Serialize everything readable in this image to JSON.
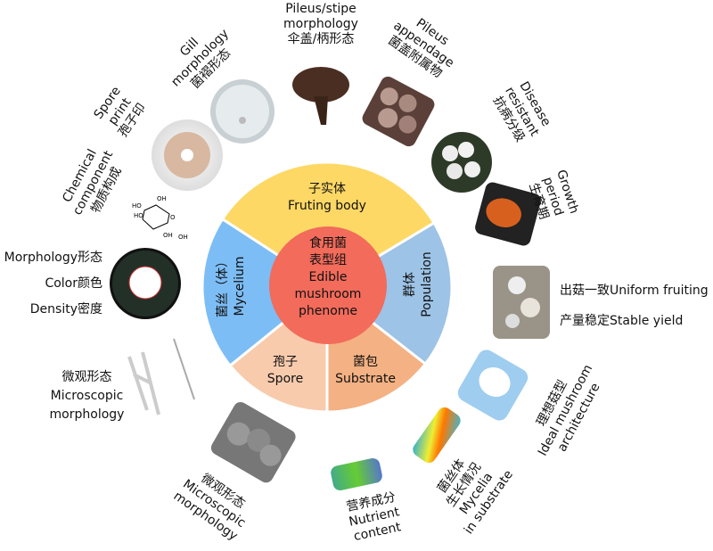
{
  "center": {
    "zh": "食用菌表型组",
    "zh_line1": "食用菌",
    "zh_line2": "表型组",
    "en_line1": "Edible",
    "en_line2": "mushroom",
    "en_line3": "phenome"
  },
  "segments": {
    "fruiting_body": {
      "zh": "子实体",
      "en": "Fruting body"
    },
    "population": {
      "zh": "群体",
      "en": "Population"
    },
    "substrate": {
      "zh": "菌包",
      "en": "Substrate"
    },
    "spore": {
      "zh": "孢子",
      "en": "Spore"
    },
    "mycelium": {
      "zh": "菌丝（体）",
      "en": "Mycelium"
    }
  },
  "outer_labels": {
    "pileus_stipe": {
      "en1": "Pileus/stipe",
      "en2": "morphology",
      "zh": "伞盖/柄形态"
    },
    "pileus_appendage": {
      "en1": "Pileus",
      "en2": "appendage",
      "zh": "菌盖附属物"
    },
    "disease": {
      "en1": "Disease",
      "en2": "resistant",
      "zh": "抗病分级"
    },
    "growth": {
      "en1": "Growth",
      "en2": "period",
      "zh": "生育期"
    },
    "uniform": "出菇一致Uniform fruiting",
    "stable": "产量稳定Stable yield",
    "ideal": {
      "zh": "理想菇型",
      "en1": "Ideal mushroom",
      "en2": "architecture"
    },
    "mycelia_substrate": {
      "zh1": "菌丝体",
      "zh2": "生长情况",
      "en1": "Mycelia",
      "en2": "in substrate"
    },
    "nutrient": {
      "zh": "营养成分",
      "en1": "Nutrient",
      "en2": "content"
    },
    "spore_micro": {
      "zh": "微观形态",
      "en1": "Microscopic",
      "en2": "morphology"
    },
    "mycelium_micro": {
      "zh": "微观形态",
      "en1": "Microscopic",
      "en2": "morphology"
    },
    "morphology": "Morphology形态",
    "color": "Color颜色",
    "density": "Density密度",
    "chemical": {
      "en1": "Chemical",
      "en2": "component",
      "zh": "物质构成"
    },
    "spore_print": {
      "en1": "Spore",
      "en2": "print",
      "zh": "孢子印"
    },
    "gill": {
      "en1": "Gill",
      "en2": "morphology",
      "zh": "菌褶形态"
    }
  },
  "colors": {
    "fruiting": "#fdd865",
    "mycelium": "#7dbdf5",
    "population": "#9dc3e6",
    "spore": "#f8cbad",
    "substrate": "#f4b183",
    "center": "#f26b5b"
  }
}
